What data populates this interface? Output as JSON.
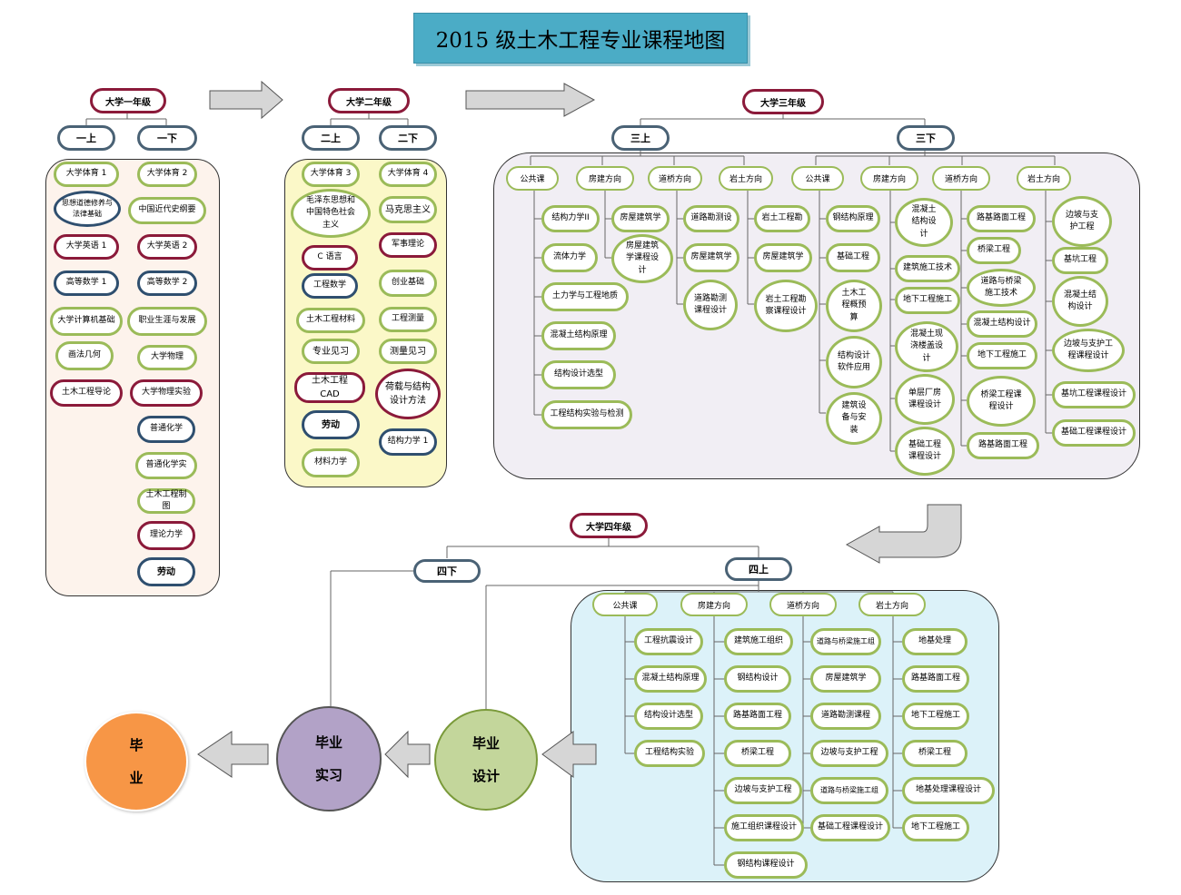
{
  "title": "2015 级土木工程专业课程地图",
  "colors": {
    "year1_bg": "#fdf3ec",
    "year2_bg": "#fbf8c8",
    "year3_bg": "#f1eef4",
    "year4_bg": "#dcf2f9",
    "green_border": "#9bbb59",
    "red_border": "#8b1a3a",
    "navy_border": "#2f4f6f",
    "graduate": "#f79646",
    "internship": "#b2a2c7",
    "design": "#c3d69b"
  },
  "year1": {
    "label": "大学一年级",
    "term1": "一上",
    "term2": "一下",
    "term1_courses": [
      "大学体育 1",
      "思想道德修养与法律基础",
      "大学英语 1",
      "高等数学 1",
      "大学计算机基础",
      "画法几何",
      "土木工程导论"
    ],
    "term2_courses": [
      "大学体育 2",
      "中国近代史纲要",
      "大学英语 2",
      "高等数学 2",
      "职业生涯与发展",
      "大学物理",
      "大学物理实验",
      "普通化学",
      "普通化学实",
      "土木工程制图",
      "理论力学",
      "劳动"
    ]
  },
  "year2": {
    "label": "大学二年级",
    "term1": "二上",
    "term2": "二下",
    "term1_courses": [
      "大学体育 3",
      "毛泽东思想和中国特色社会主义",
      "C 语言",
      "工程数学",
      "土木工程材料",
      "专业见习",
      "土木工程 CAD",
      "劳动",
      "材料力学"
    ],
    "term2_courses": [
      "大学体育 4",
      "马克思主义",
      "军事理论",
      "创业基础",
      "工程测量",
      "测量见习",
      "荷载与结构设计方法",
      "结构力学 1"
    ]
  },
  "year3": {
    "label": "大学三年级",
    "term1": "三上",
    "term2": "三下",
    "categories": [
      "公共课",
      "房建方向",
      "道桥方向",
      "岩土方向",
      "公共课",
      "房建方向",
      "道桥方向",
      "岩土方向"
    ],
    "t1_public": [
      "结构力学II",
      "流体力学",
      "土力学与工程地质",
      "混凝土结构原理",
      "结构设计选型",
      "工程结构实验与检测"
    ],
    "t1_building": [
      "房屋建筑学",
      "房屋建筑学课程设计"
    ],
    "t1_road": [
      "道路勘测设",
      "房屋建筑学",
      "道路勘测课程设计"
    ],
    "t1_geo": [
      "岩土工程勘",
      "房屋建筑学",
      "岩土工程勘察课程设计"
    ],
    "t2_public": [
      "钢结构原理",
      "基础工程",
      "土木工程概预算",
      "结构设计软件应用",
      "建筑设备与安装"
    ],
    "t2_building": [
      "混凝土结构设计",
      "建筑施工技术",
      "地下工程施工",
      "混凝土现浇楼盖设计",
      "单层厂房课程设计",
      "基础工程课程设计"
    ],
    "t2_road": [
      "路基路面工程",
      "桥梁工程",
      "道路与桥梁施工技术",
      "混凝土结构设计",
      "地下工程施工",
      "桥梁工程课程设计",
      "路基路面工程"
    ],
    "t2_geo": [
      "边坡与支护工程",
      "基坑工程",
      "混凝土结构设计",
      "边坡与支护工程课程设计",
      "基坑工程课程设计",
      "基础工程课程设计"
    ]
  },
  "year4": {
    "label": "大学四年级",
    "term1": "四上",
    "term2": "四下",
    "categories": [
      "公共课",
      "房建方向",
      "道桥方向",
      "岩土方向"
    ],
    "public": [
      "工程抗震设计",
      "混凝土结构原理",
      "结构设计选型",
      "工程结构实验"
    ],
    "building": [
      "建筑施工组织",
      "钢结构设计",
      "路基路面工程",
      "桥梁工程",
      "边坡与支护工程",
      "施工组织课程设计",
      "钢结构课程设计"
    ],
    "road": [
      "道路与桥梁施工组",
      "房屋建筑学",
      "道路勘测课程",
      "边坡与支护工程",
      "道路与桥梁施工组",
      "基础工程课程设计"
    ],
    "geo": [
      "地基处理",
      "路基路面工程",
      "地下工程施工",
      "桥梁工程",
      "地基处理课程设计",
      "地下工程施工"
    ]
  },
  "final": {
    "design": [
      "毕业",
      "设计"
    ],
    "internship": [
      "毕业",
      "实习"
    ],
    "graduate": [
      "毕",
      "业"
    ]
  }
}
